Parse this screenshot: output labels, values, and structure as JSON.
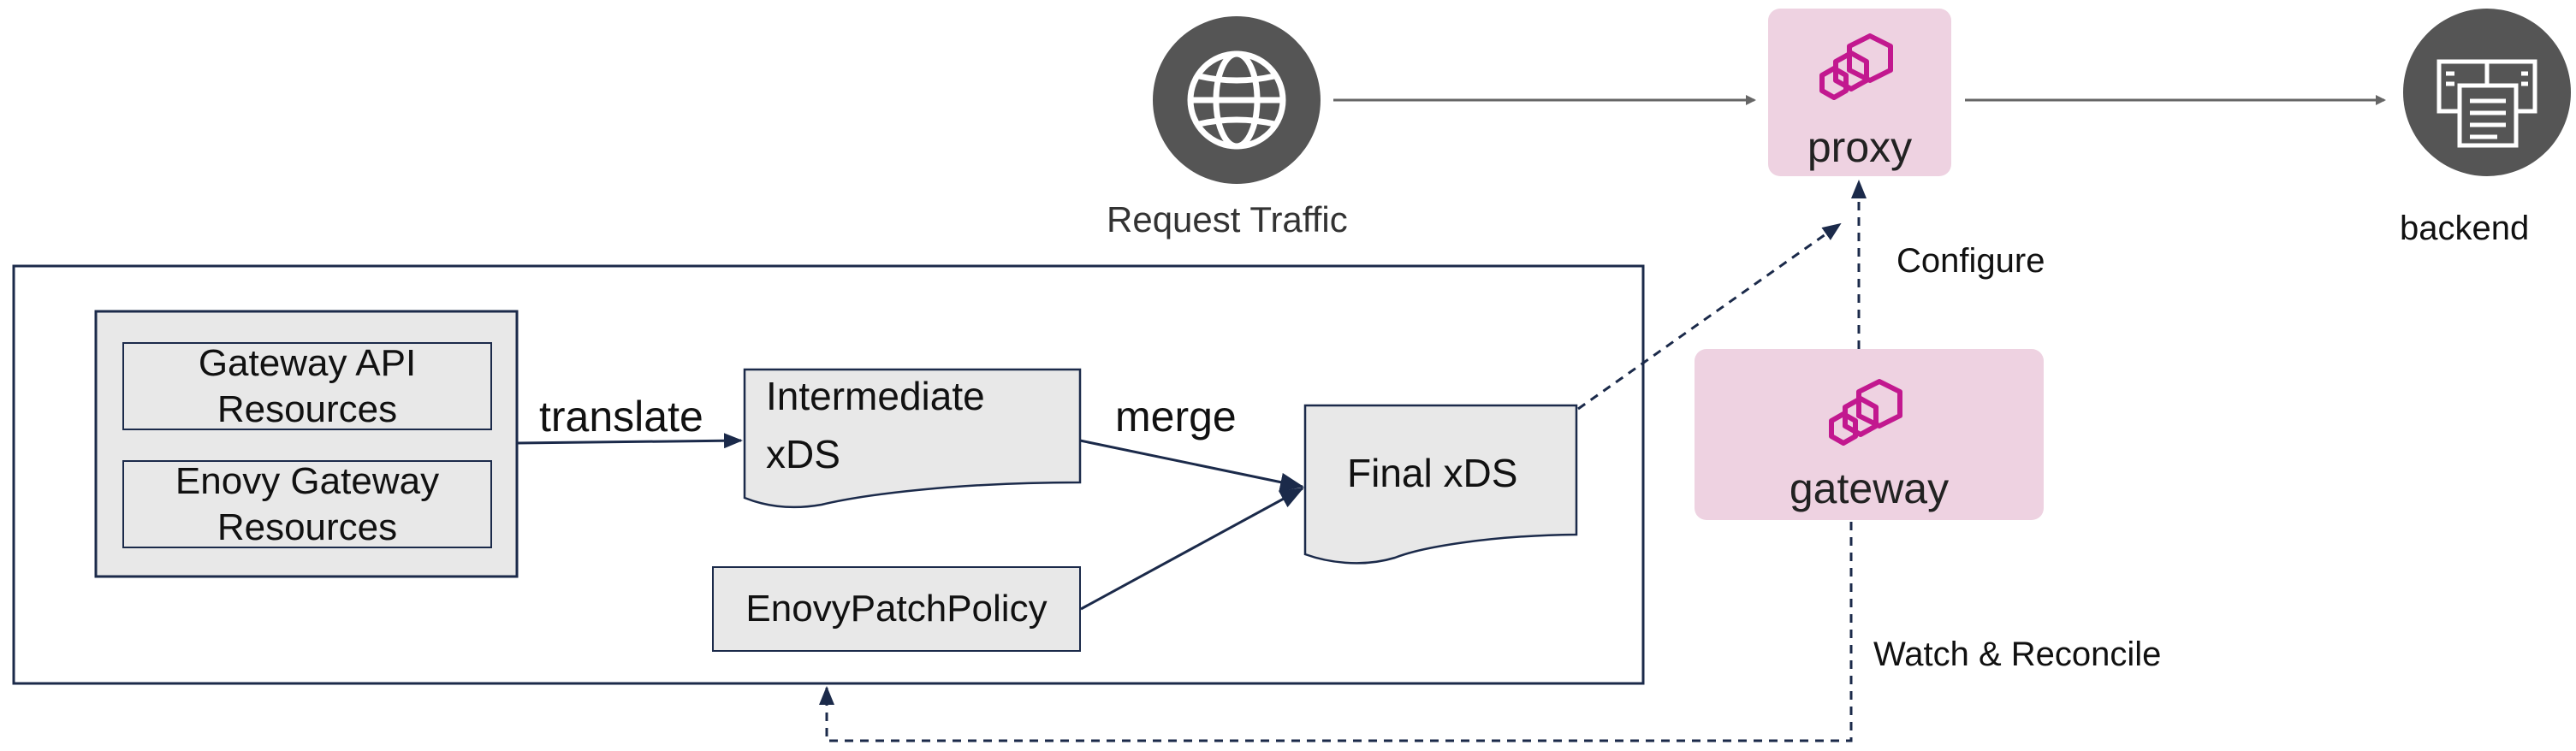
{
  "top_flow": {
    "request_traffic_label": "Request Traffic",
    "proxy_label": "proxy",
    "backend_label": "backend",
    "configure_label": "Configure"
  },
  "gateway": {
    "label": "gateway",
    "watch_label": "Watch & Reconcile"
  },
  "translator": {
    "resources": {
      "gateway_api": [
        "Gateway API",
        "Resources"
      ],
      "enovy_gateway": [
        "Enovy Gateway",
        "Resources"
      ]
    },
    "translate_label": "translate",
    "intermediate": [
      "Intermediate",
      "xDS"
    ],
    "merge_label": "merge",
    "final_label": "Final xDS",
    "patch_policy_label": "EnovyPatchPolicy"
  },
  "icons": {
    "globe": "globe-icon",
    "server": "server-icon",
    "envoy_logo": "envoy-logo-icon"
  },
  "colors": {
    "navy": "#1b2a4a",
    "box_fill": "#e8e8e8",
    "pink_card": "#eed2e1",
    "logo_magenta": "#c2188f",
    "icon_gray": "#555555"
  }
}
